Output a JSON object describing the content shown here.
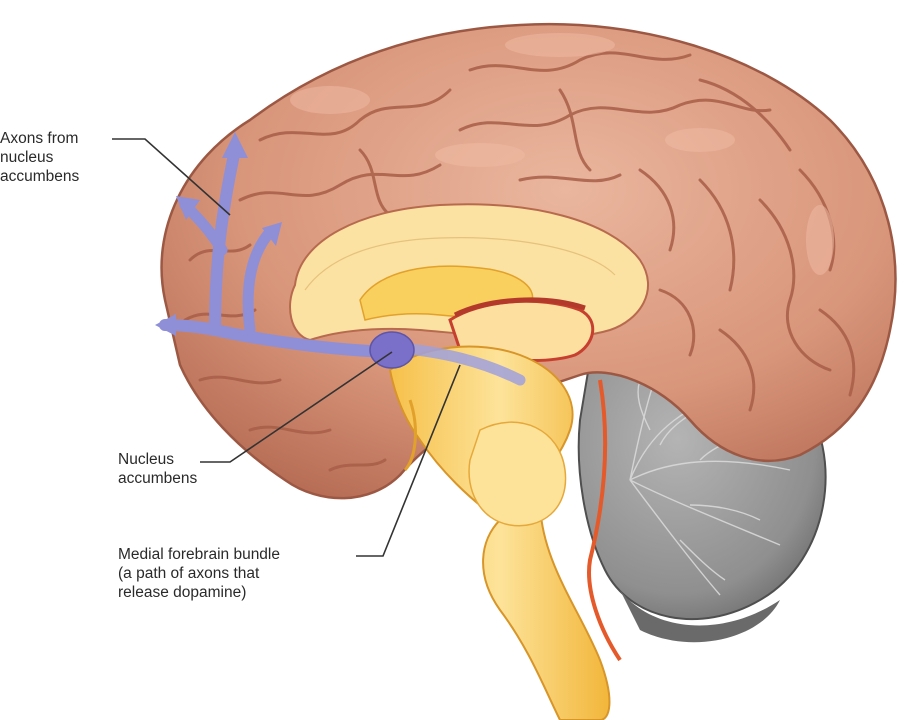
{
  "labels": {
    "axons": {
      "line1": "Axons from",
      "line2": "nucleus",
      "line3": "accumbens"
    },
    "nucleus_accumbens": {
      "line1": "Nucleus",
      "line2": "accumbens"
    },
    "medial_forebrain_bundle": {
      "line1": "Medial forebrain bundle",
      "line2": "(a path of axons that",
      "line3": "release dopamine)"
    }
  },
  "colors": {
    "cortex": "#d8957a",
    "cortex_dark": "#a85e48",
    "cortex_highlight": "#eab69e",
    "inner": "#fbe2a2",
    "brainstem": "#f9cf5e",
    "brainstem_dark": "#e2a12a",
    "cerebellum": "#8f8f8f",
    "cerebellum_dark": "#5e5e5e",
    "pathway": "#8f8fd8",
    "nucleus": "#7a6fc9"
  }
}
